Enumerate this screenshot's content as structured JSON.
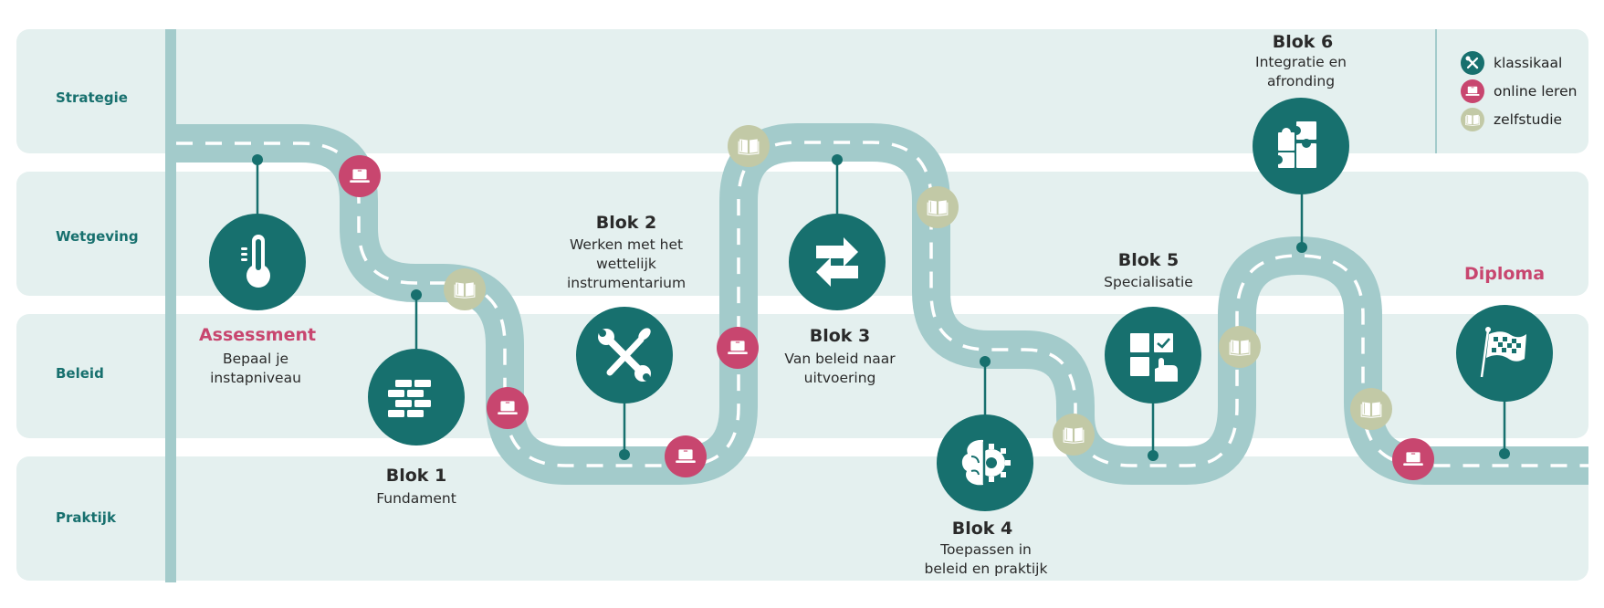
{
  "colors": {
    "lane_bg": "#e4f0ef",
    "road": "#a3cbcb",
    "teal": "#17706e",
    "online_pink": "#c8466f",
    "selfstudy_olive": "#c2c9a6",
    "accent_pink": "#c8466f"
  },
  "lanes": [
    {
      "label": "Strategie"
    },
    {
      "label": "Wetgeving"
    },
    {
      "label": "Beleid"
    },
    {
      "label": "Praktijk"
    }
  ],
  "legend": [
    {
      "type": "klassikaal",
      "label": "klassikaal",
      "icon": "tools-icon",
      "color": "#17706e"
    },
    {
      "type": "online",
      "label": "online leren",
      "icon": "laptop-icon",
      "color": "#c8466f"
    },
    {
      "type": "zelfstudie",
      "label": "zelfstudie",
      "icon": "book-icon",
      "color": "#c2c9a6"
    }
  ],
  "milestones": [
    {
      "id": "assessment",
      "title": "Assessment",
      "subtitle": [
        "Bepaal je",
        "instapniveau"
      ],
      "icon": "thermometer-icon",
      "highlight": true
    },
    {
      "id": "blok1",
      "title": "Blok 1",
      "subtitle": [
        "Fundament"
      ],
      "icon": "bricks-icon",
      "highlight": false
    },
    {
      "id": "blok2",
      "title": "Blok 2",
      "subtitle": [
        "Werken met het",
        "wettelijk",
        "instrumentarium"
      ],
      "icon": "tools-icon",
      "highlight": false
    },
    {
      "id": "blok3",
      "title": "Blok 3",
      "subtitle": [
        "Van beleid naar",
        "uitvoering"
      ],
      "icon": "exchange-arrows-icon",
      "highlight": false
    },
    {
      "id": "blok4",
      "title": "Blok 4",
      "subtitle": [
        "Toepassen in",
        "beleid en praktijk"
      ],
      "icon": "brain-gear-icon",
      "highlight": false
    },
    {
      "id": "blok5",
      "title": "Blok 5",
      "subtitle": [
        "Specialisatie"
      ],
      "icon": "checklist-touch-icon",
      "highlight": false
    },
    {
      "id": "blok6",
      "title": "Blok 6",
      "subtitle": [
        "Integratie en",
        "afronding"
      ],
      "icon": "puzzle-icon",
      "highlight": false
    },
    {
      "id": "diploma",
      "title": "Diploma",
      "subtitle": [],
      "icon": "checkered-flag-icon",
      "highlight": true
    }
  ],
  "route_markers": [
    {
      "type": "online"
    },
    {
      "type": "zelfstudie"
    },
    {
      "type": "online"
    },
    {
      "type": "zelfstudie"
    },
    {
      "type": "online"
    },
    {
      "type": "zelfstudie"
    },
    {
      "type": "online"
    },
    {
      "type": "zelfstudie"
    },
    {
      "type": "zelfstudie"
    },
    {
      "type": "zelfstudie"
    },
    {
      "type": "online"
    }
  ]
}
